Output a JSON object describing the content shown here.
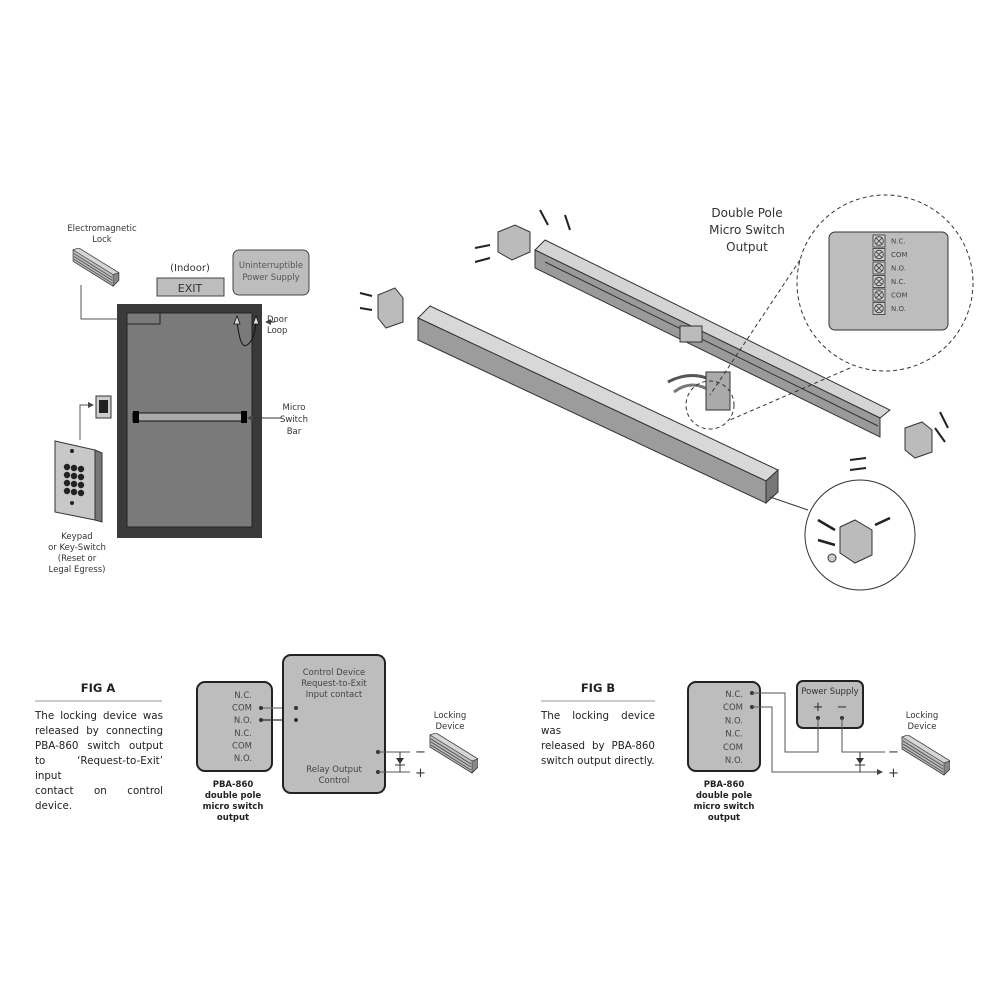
{
  "overview": {
    "em_lock_label": [
      "Electromagnetic",
      "Lock"
    ],
    "indoor_label": "(Indoor)",
    "exit_sign": "EXIT",
    "ups_label": [
      "Uninterruptible",
      "Power Supply"
    ],
    "door_loop_label": [
      "Door",
      "Loop"
    ],
    "micro_switch_bar_label": [
      "Micro",
      "Switch",
      "Bar"
    ],
    "keypad_label": [
      "Keypad",
      "or Key-Switch",
      "(Reset or",
      "Legal Egress)"
    ]
  },
  "exploded_view": {
    "callout_label": [
      "Double Pole",
      "Micro Switch",
      "Output"
    ],
    "terminals": [
      "N.C.",
      "COM",
      "N.O.",
      "N.C.",
      "COM",
      "N.O."
    ]
  },
  "fig_a": {
    "title": "FIG A",
    "description": [
      "The locking device was",
      "released by connecting",
      "PBA-860 switch output",
      "to ‘Request-to-Exit’ input",
      "contact on control device."
    ],
    "switch_pins": [
      "N.C.",
      "COM",
      "N.O.",
      "N.C.",
      "COM",
      "N.O."
    ],
    "switch_caption": [
      "PBA-860",
      "double pole",
      "micro switch",
      "output"
    ],
    "control_device_label": [
      "Control Device",
      "Request-to-Exit",
      "Input contact"
    ],
    "relay_label": [
      "Relay Output",
      "Control"
    ],
    "minus": "−",
    "plus": "+",
    "locking_device_label": [
      "Locking",
      "Device"
    ]
  },
  "fig_b": {
    "title": "FIG B",
    "description": [
      "The locking device was",
      "released by PBA-860",
      "switch output directly."
    ],
    "switch_pins": [
      "N.C.",
      "COM",
      "N.O.",
      "N.C.",
      "COM",
      "N.O."
    ],
    "switch_caption": [
      "PBA-860",
      "double pole",
      "micro switch",
      "output"
    ],
    "power_supply_label": "Power Supply",
    "ps_plus": "+",
    "ps_minus": "−",
    "minus": "−",
    "plus": "+",
    "locking_device_label": [
      "Locking",
      "Device"
    ]
  },
  "colors": {
    "door_frame": "#3a3a3a",
    "door_panel": "#7a7a7a",
    "box_fill": "#bdbdbd",
    "line": "#555555"
  }
}
